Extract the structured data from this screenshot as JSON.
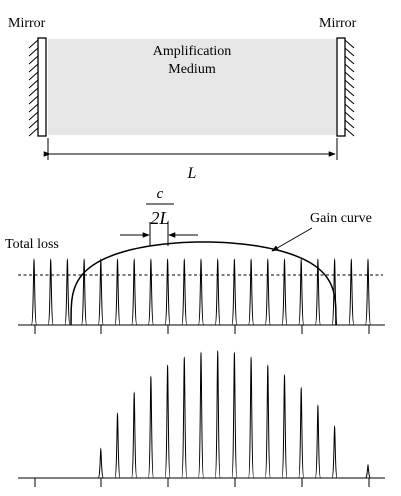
{
  "labels": {
    "mirror_left": "Mirror",
    "mirror_right": "Mirror",
    "medium_line1": "Amplification",
    "medium_line2": "Medium",
    "cavity_length": "L",
    "spacing_numerator": "c",
    "spacing_denominator": "2L",
    "gain_curve": "Gain curve",
    "total_loss": "Total loss"
  },
  "colors": {
    "medium_fill": "#e6e6e6",
    "ink": "#000000"
  },
  "spectrum": {
    "mode_count": 21,
    "loss_level": 0.42,
    "gain_peak": 0.62,
    "output_mode_heights": [
      0,
      0,
      0,
      0,
      0.18,
      0.4,
      0.53,
      0.63,
      0.7,
      0.75,
      0.78,
      0.79,
      0.78,
      0.75,
      0.7,
      0.64,
      0.56,
      0.45,
      0.32,
      0,
      0.08
    ]
  }
}
